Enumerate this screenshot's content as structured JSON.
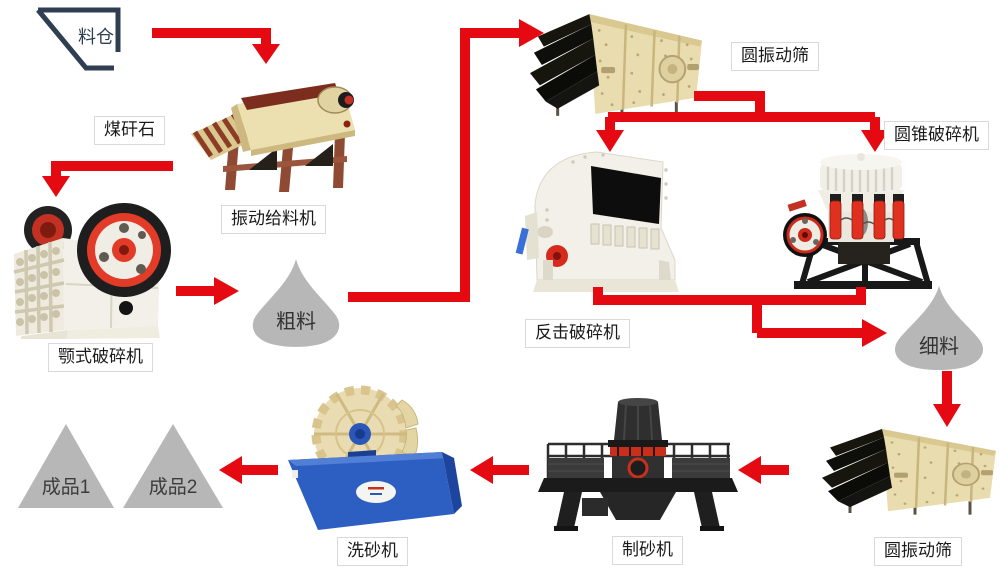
{
  "colors": {
    "background": "#ffffff",
    "arrow_red": "#e50a12",
    "pile_gray": "#b7b7b7",
    "pile_text": "#333333",
    "hopper_outline": "#2f3e50",
    "label_border": "#d9d9d9",
    "label_text": "#1a1a1a"
  },
  "nodes": {
    "hopper": {
      "label": "料仓"
    },
    "raw_material": {
      "label": "煤矸石"
    },
    "vibrating_feeder": {
      "label": "振动给料机"
    },
    "jaw_crusher": {
      "label": "颚式破碎机"
    },
    "coarse_pile": {
      "label": "粗料"
    },
    "vibrating_screen_top": {
      "label": "圆振动筛"
    },
    "cone_crusher": {
      "label": "圆锥破碎机"
    },
    "impact_crusher": {
      "label": "反击破碎机"
    },
    "fine_pile": {
      "label": "细料"
    },
    "vibrating_screen_bottom": {
      "label": "圆振动筛"
    },
    "sand_maker": {
      "label": "制砂机"
    },
    "sand_washer": {
      "label": "洗砂机"
    },
    "product_1": {
      "label": "成品1"
    },
    "product_2": {
      "label": "成品2"
    }
  },
  "edges": [
    {
      "from": "hopper",
      "to": "vibrating_feeder"
    },
    {
      "from": "vibrating_feeder",
      "to": "jaw_crusher"
    },
    {
      "from": "jaw_crusher",
      "to": "coarse_pile"
    },
    {
      "from": "coarse_pile",
      "to": "vibrating_screen_top"
    },
    {
      "from": "vibrating_screen_top",
      "to": "impact_crusher"
    },
    {
      "from": "vibrating_screen_top",
      "to": "cone_crusher"
    },
    {
      "from": "impact_crusher",
      "to": "fine_pile"
    },
    {
      "from": "cone_crusher",
      "to": "fine_pile"
    },
    {
      "from": "fine_pile",
      "to": "vibrating_screen_bottom"
    },
    {
      "from": "vibrating_screen_bottom",
      "to": "sand_maker"
    },
    {
      "from": "sand_maker",
      "to": "sand_washer"
    },
    {
      "from": "sand_washer",
      "to": "product_2"
    }
  ]
}
